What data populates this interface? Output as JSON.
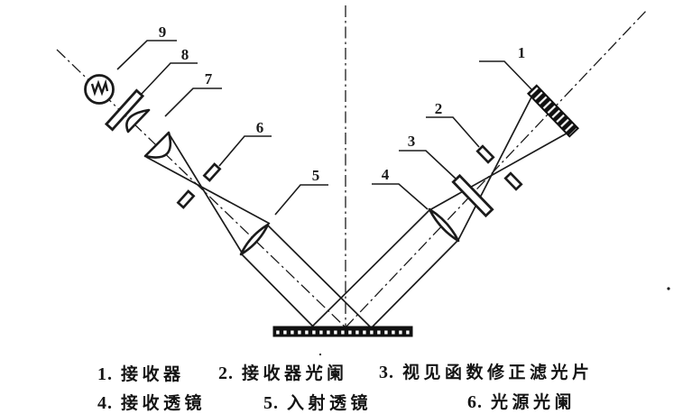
{
  "palette": {
    "ink": "#1b1b1b",
    "paper": "#ffffff"
  },
  "callouts": {
    "c1": "1",
    "c2": "2",
    "c3": "3",
    "c4": "4",
    "c5": "5",
    "c6": "6",
    "c7": "7",
    "c8": "8",
    "c9": "9"
  },
  "legend": {
    "rows": [
      {
        "num": "1.",
        "label": "接收器"
      },
      {
        "num": "2.",
        "label": "接收器光阑"
      },
      {
        "num": "3.",
        "label": "视见函数修正滤光片"
      },
      {
        "num": "4.",
        "label": "接收透镜"
      },
      {
        "num": "5.",
        "label": "入射透镜"
      },
      {
        "num": "6.",
        "label": "光源光阑"
      }
    ]
  }
}
